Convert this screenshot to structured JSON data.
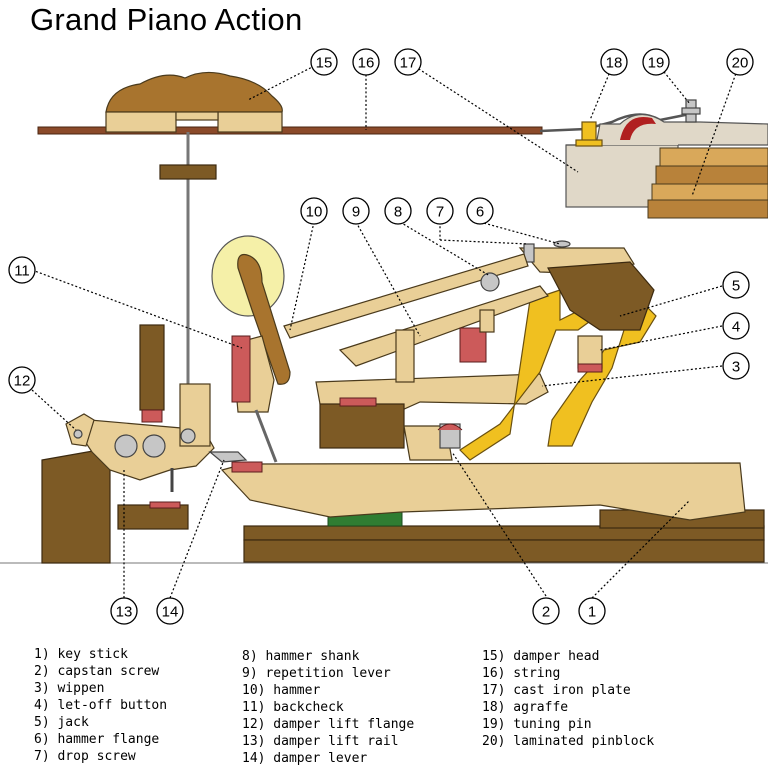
{
  "title": "Grand Piano Action",
  "callouts": [
    "1",
    "2",
    "3",
    "4",
    "5",
    "6",
    "7",
    "8",
    "9",
    "10",
    "11",
    "12",
    "13",
    "14",
    "15",
    "16",
    "17",
    "18",
    "19",
    "20"
  ],
  "legend": {
    "col1": [
      "1) key stick",
      "2) capstan screw",
      "3) wippen",
      "4) let-off button",
      "5) jack",
      "6) hammer flange",
      "7) drop screw"
    ],
    "col2": [
      "8) hammer shank",
      "9) repetition lever",
      "10) hammer",
      "11) backcheck",
      "12) damper lift flange",
      "13) damper lift rail",
      "14) damper lever"
    ],
    "col3": [
      "15) damper head",
      "16) string",
      "17) cast iron plate",
      "18) agraffe",
      "19) tuning pin",
      "20) laminated pinblock"
    ]
  },
  "colors": {
    "wood": "#e9cf97",
    "dark_wood": "#7d5a25",
    "felt": "#cc5a5a",
    "plate": "#e0d8c8",
    "string": "#8b4a2a",
    "jack": "#f0c020",
    "green_felt": "#2f7d32"
  }
}
